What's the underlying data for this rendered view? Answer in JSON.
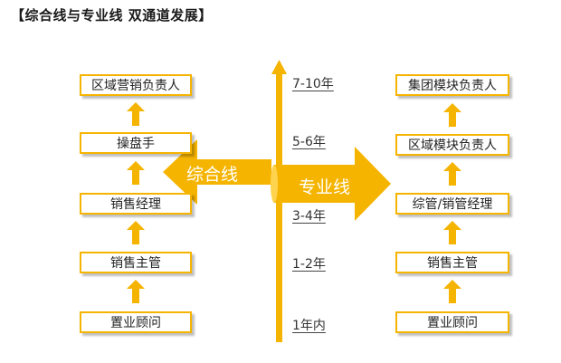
{
  "title": "【综合线与专业线  双通道发展】",
  "left_track": {
    "label": "综合线",
    "boxes": [
      "区域营销负责人",
      "操盘手",
      "销售经理",
      "销售主管",
      "置业顾问"
    ]
  },
  "right_track": {
    "label": "专业线",
    "boxes": [
      "集团模块负责人",
      "区域模块负责人",
      "综管/销管经理",
      "销售主管",
      "置业顾问"
    ]
  },
  "timeline": [
    "7-10年",
    "5-6年",
    "3-4年",
    "1-2年",
    "1年内"
  ],
  "colors": {
    "accent": "#f5b400",
    "arrow_shadow": "#c8c8c8"
  }
}
